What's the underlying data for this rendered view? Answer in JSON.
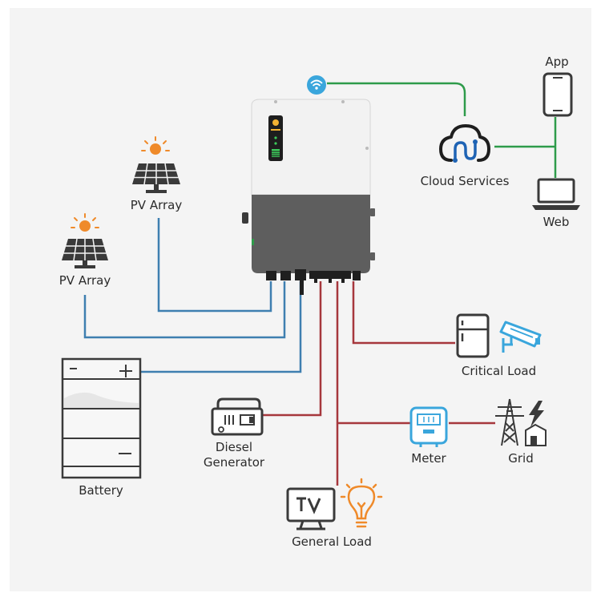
{
  "labels": {
    "app": "App",
    "cloud_services": "Cloud Services",
    "web": "Web",
    "pv_array_upper": "PV Array",
    "pv_array_lower": "PV Array",
    "battery": "Battery",
    "diesel_generator_line1": "Diesel",
    "diesel_generator_line2": "Generator",
    "critical_load": "Critical Load",
    "meter": "Meter",
    "grid": "Grid",
    "general_load": "General Load"
  },
  "icons": {
    "wifi": "wifi-icon",
    "inverter": "inverter-icon",
    "cloud": "cloud-icon",
    "phone": "smartphone-icon",
    "laptop": "laptop-icon",
    "solar_panel": "solar-panel-icon",
    "battery": "battery-icon",
    "generator": "generator-icon",
    "fridge": "refrigerator-icon",
    "camera": "security-camera-icon",
    "meter": "meter-icon",
    "pylon": "power-pylon-icon",
    "tv": "tv-icon",
    "bulb": "light-bulb-icon"
  },
  "colors": {
    "background": "#f4f4f4",
    "dc_line": "#3e7fb0",
    "ac_line": "#a6373c",
    "data_line": "#2e9b4a",
    "icon_dark": "#3a3a3a",
    "accent_orange": "#ef8a2a",
    "accent_blue": "#3aa6dc",
    "cloud_blue": "#1e63b4",
    "inverter_top": "#f2f2f2",
    "inverter_bottom": "#5e5e5e"
  }
}
